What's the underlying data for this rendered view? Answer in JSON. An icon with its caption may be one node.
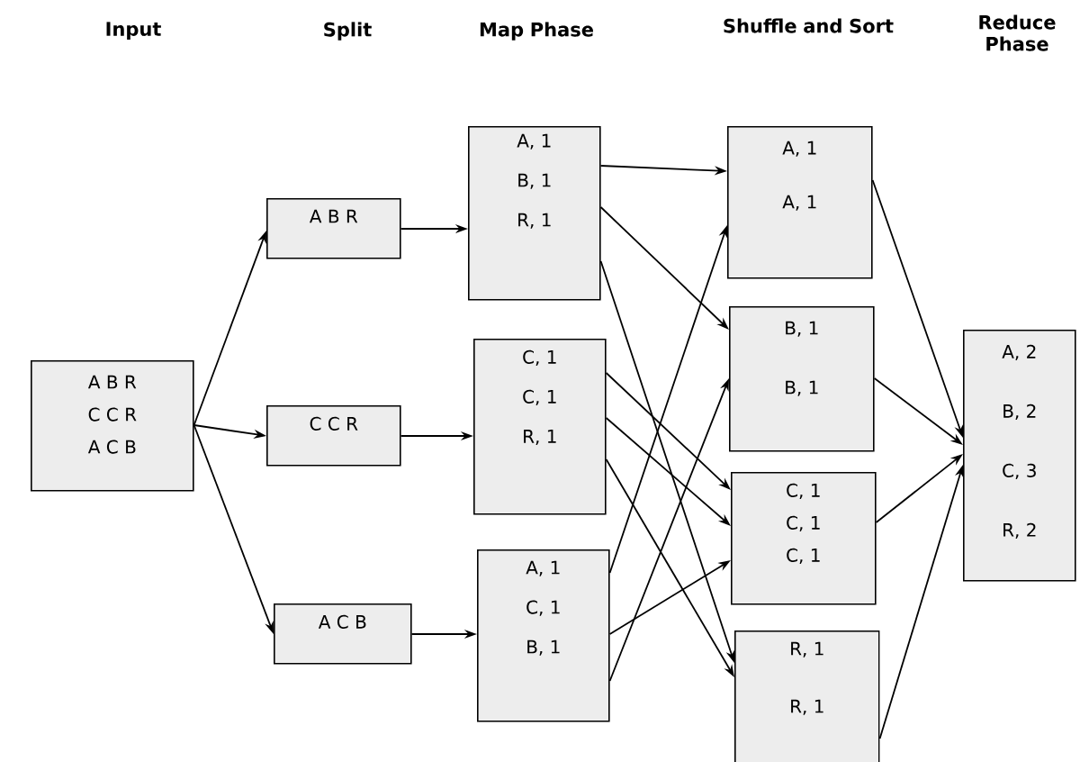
{
  "diagram": {
    "nodes": [
      {
        "text": [
          "A B R",
          "C C R",
          "A C B"
        ]
      },
      {
        "text": [
          "A B R"
        ]
      },
      {
        "text": [
          "C C R"
        ]
      },
      {
        "text": [
          "A C B"
        ]
      },
      {
        "text": [
          "A, 1",
          "B, 1",
          "R, 1"
        ]
      },
      {
        "text": [
          "C, 1",
          "C, 1",
          "R, 1"
        ]
      },
      {
        "text": [
          "A, 1",
          "C, 1",
          "B, 1"
        ]
      },
      {
        "text": [
          "A, 1",
          "A, 1"
        ]
      },
      {
        "text": [
          "B, 1",
          "B, 1"
        ]
      },
      {
        "text": [
          "C, 1",
          "C, 1",
          "C, 1"
        ]
      },
      {
        "text": [
          "R, 1",
          "R, 1"
        ]
      },
      {
        "text": [
          "A, 2",
          "B, 2",
          "C, 3",
          "R, 2"
        ]
      }
    ],
    "edges": [
      {
        "from": 0,
        "to": 1,
        "arrow": "to"
      },
      {
        "from": 0,
        "to": 2,
        "arrow": "to"
      },
      {
        "from": 0,
        "to": 3,
        "arrow": "to"
      },
      {
        "from": 1,
        "to": 4,
        "arrow": "to"
      },
      {
        "from": 2,
        "to": 5,
        "arrow": "to"
      },
      {
        "from": 3,
        "to": 6,
        "arrow": "to"
      },
      {
        "from": 4,
        "to": 7,
        "arrow": "to"
      },
      {
        "from": 4,
        "to": 8,
        "arrow": "to"
      },
      {
        "from": 4,
        "to": 10,
        "arrow": "to"
      },
      {
        "from": 5,
        "to": 9,
        "arrow": "to"
      },
      {
        "from": 5,
        "to": 9,
        "arrow": "to"
      },
      {
        "from": 5,
        "to": 10,
        "arrow": "to"
      },
      {
        "from": 6,
        "to": 7,
        "arrow": "to"
      },
      {
        "from": 6,
        "to": 9,
        "arrow": "to"
      },
      {
        "from": 6,
        "to": 8,
        "arrow": "to"
      },
      {
        "from": 7,
        "to": 11,
        "arrow": "to"
      },
      {
        "from": 8,
        "to": 11,
        "arrow": "to"
      },
      {
        "from": 9,
        "to": 11,
        "arrow": "to"
      },
      {
        "from": 10,
        "to": 11,
        "arrow": "to"
      }
    ],
    "labels": [
      "Input",
      "Split",
      "Map Phase",
      "Shuffle and Sort",
      "Reduce Phase"
    ]
  }
}
